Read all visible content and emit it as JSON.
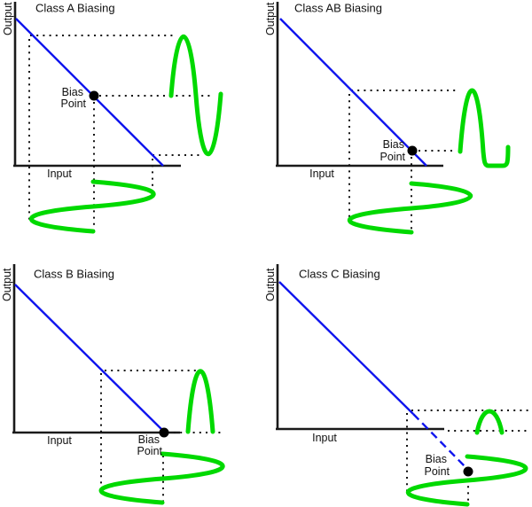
{
  "figure": {
    "background": "#ffffff",
    "colors": {
      "load_line": "#0f14ee",
      "signal": "#00d900",
      "axis": "#1a1a1a",
      "dotted": "#111111",
      "bias_dot": "#000000",
      "text": "#111111",
      "background": "#ffffff"
    },
    "panels": [
      {
        "id": "class-a",
        "title": "Class A Biasing",
        "y_label": "Output",
        "x_label": "Input",
        "bias_line1": "Bias",
        "bias_line2": "Point"
      },
      {
        "id": "class-ab",
        "title": "Class AB Biasing",
        "y_label": "Output",
        "x_label": "Input",
        "bias_line1": "Bias",
        "bias_line2": "Point"
      },
      {
        "id": "class-b",
        "title": "Class B Biasing",
        "y_label": "Output",
        "x_label": "Input",
        "bias_line1": "Bias",
        "bias_line2": "Point"
      },
      {
        "id": "class-c",
        "title": "Class C Biasing",
        "y_label": "Output",
        "x_label": "Input",
        "bias_line1": "Bias",
        "bias_line2": "Point"
      }
    ]
  }
}
